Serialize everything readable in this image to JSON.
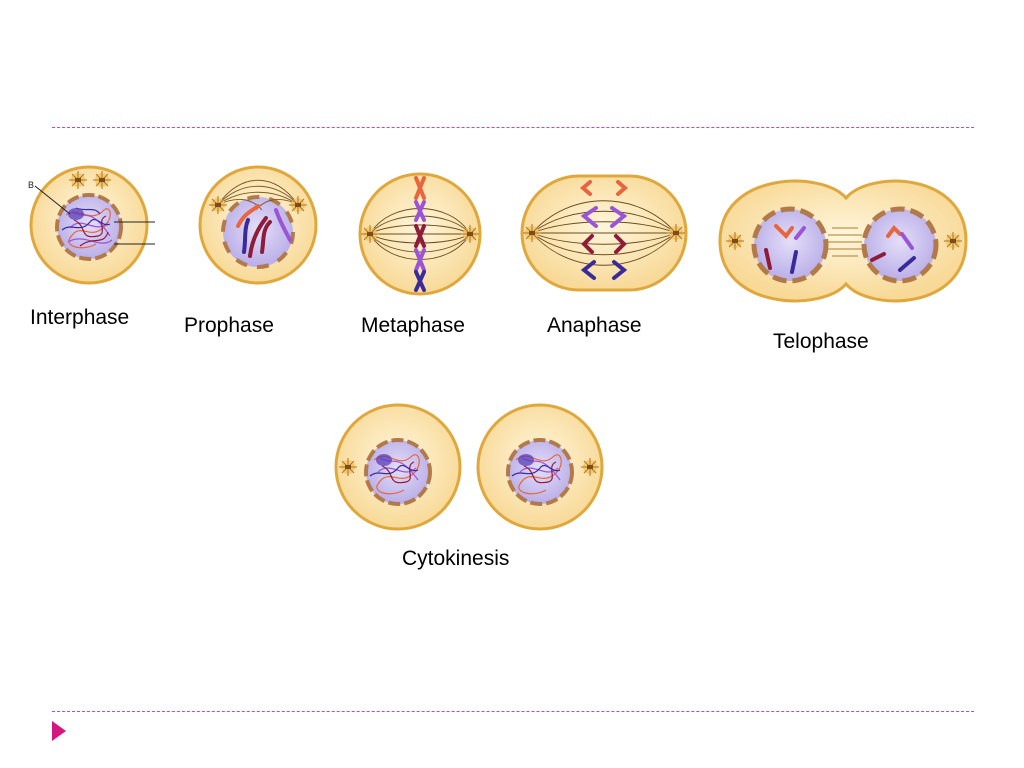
{
  "slide": {
    "stages": {
      "interphase": "Interphase",
      "prophase": "Prophase",
      "metaphase": "Metaphase",
      "anaphase": "Anaphase",
      "telophase": "Telophase",
      "cytokinesis": "Cytokinesis"
    },
    "callout": "B"
  },
  "colors": {
    "accent_rule": "#d9488f",
    "nav_arrow": "#d6157e",
    "cytoplasm": "#fbe6b5",
    "cell_membrane": "#e0a83c",
    "nucleus": "#cfc6f0",
    "nuclear_envelope": "#b27a4a",
    "chromosome_orange": "#e8663d",
    "chromosome_purple": "#9a55d6",
    "chromosome_maroon": "#8e1b3a",
    "chromosome_navy": "#3a2a9a"
  }
}
